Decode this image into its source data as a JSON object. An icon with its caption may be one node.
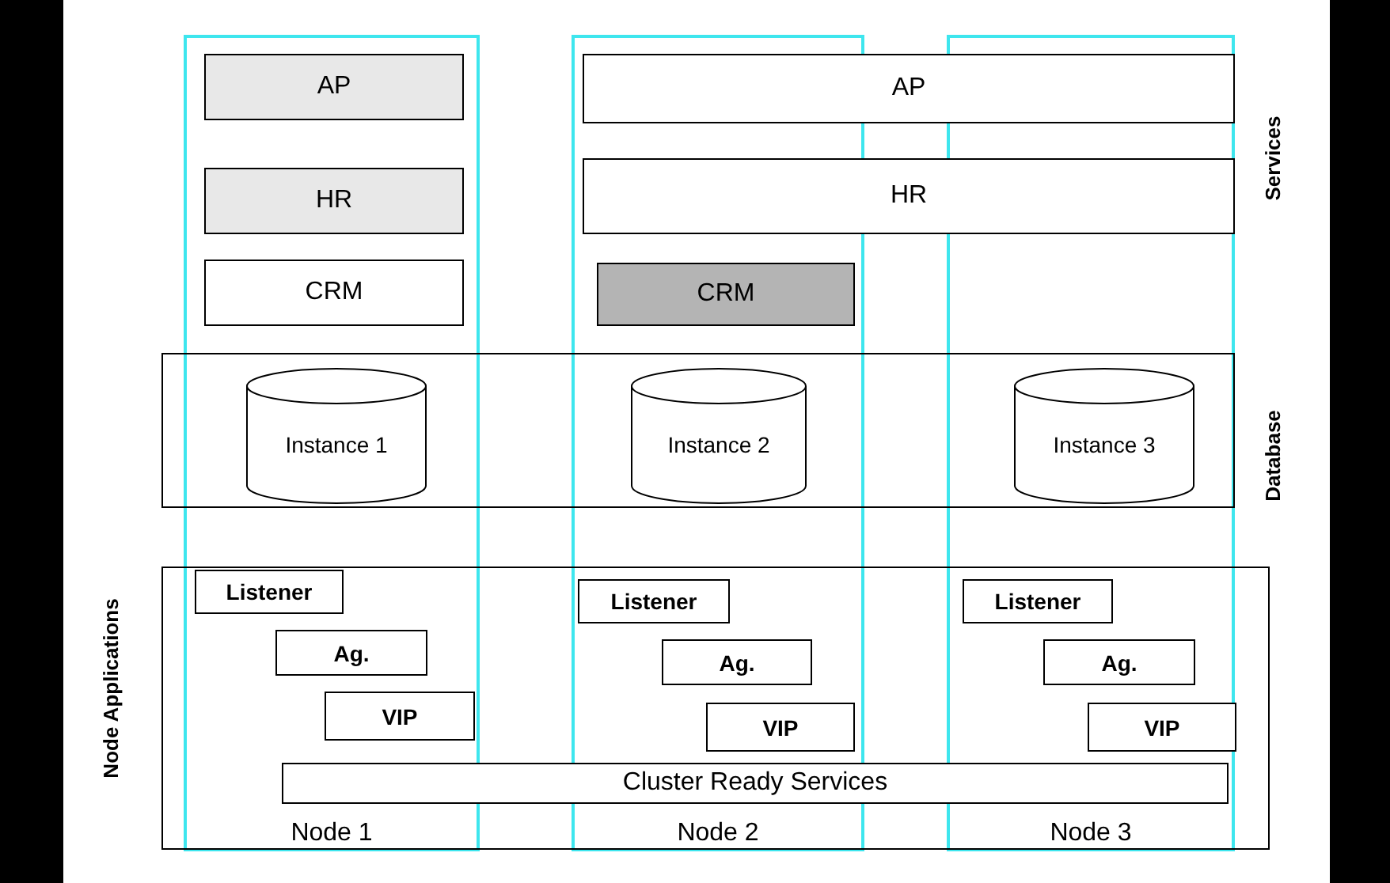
{
  "diagram": {
    "nodes": [
      {
        "text": [
          "Node 1"
        ]
      },
      {
        "text": [
          "AP"
        ],
        "in": 0
      },
      {
        "text": [
          "HR"
        ],
        "in": 0
      },
      {
        "text": [
          "CRM"
        ],
        "in": 0
      },
      {
        "text": [
          "Node 2"
        ]
      },
      {
        "text": [
          "AP"
        ]
      },
      {
        "text": [
          "HR"
        ]
      },
      {
        "text": [
          "CRM"
        ],
        "in": 4
      },
      {
        "text": [
          "Node 3"
        ]
      },
      {
        "text": [],
        "shape": "box"
      },
      {
        "text": [
          "Instance 1"
        ]
      },
      {
        "text": [
          "Instance 2"
        ]
      },
      {
        "text": [
          "Instance 3"
        ]
      },
      {
        "text": [],
        "shape": "box"
      },
      {
        "text": [
          "Listener"
        ]
      },
      {
        "text": [
          "Ag."
        ]
      },
      {
        "text": [
          "VIP"
        ]
      },
      {
        "text": [
          "Listener"
        ]
      },
      {
        "text": [
          "Ag."
        ]
      },
      {
        "text": [
          "VIP"
        ]
      },
      {
        "text": [
          "Listener"
        ]
      },
      {
        "text": [
          "Ag."
        ]
      },
      {
        "text": [
          "VIP"
        ]
      },
      {
        "text": [
          "Cluster Ready Services"
        ],
        "in": 13
      }
    ],
    "edges": [],
    "labels": [
      "Services",
      "Database",
      "Node Applications"
    ]
  }
}
